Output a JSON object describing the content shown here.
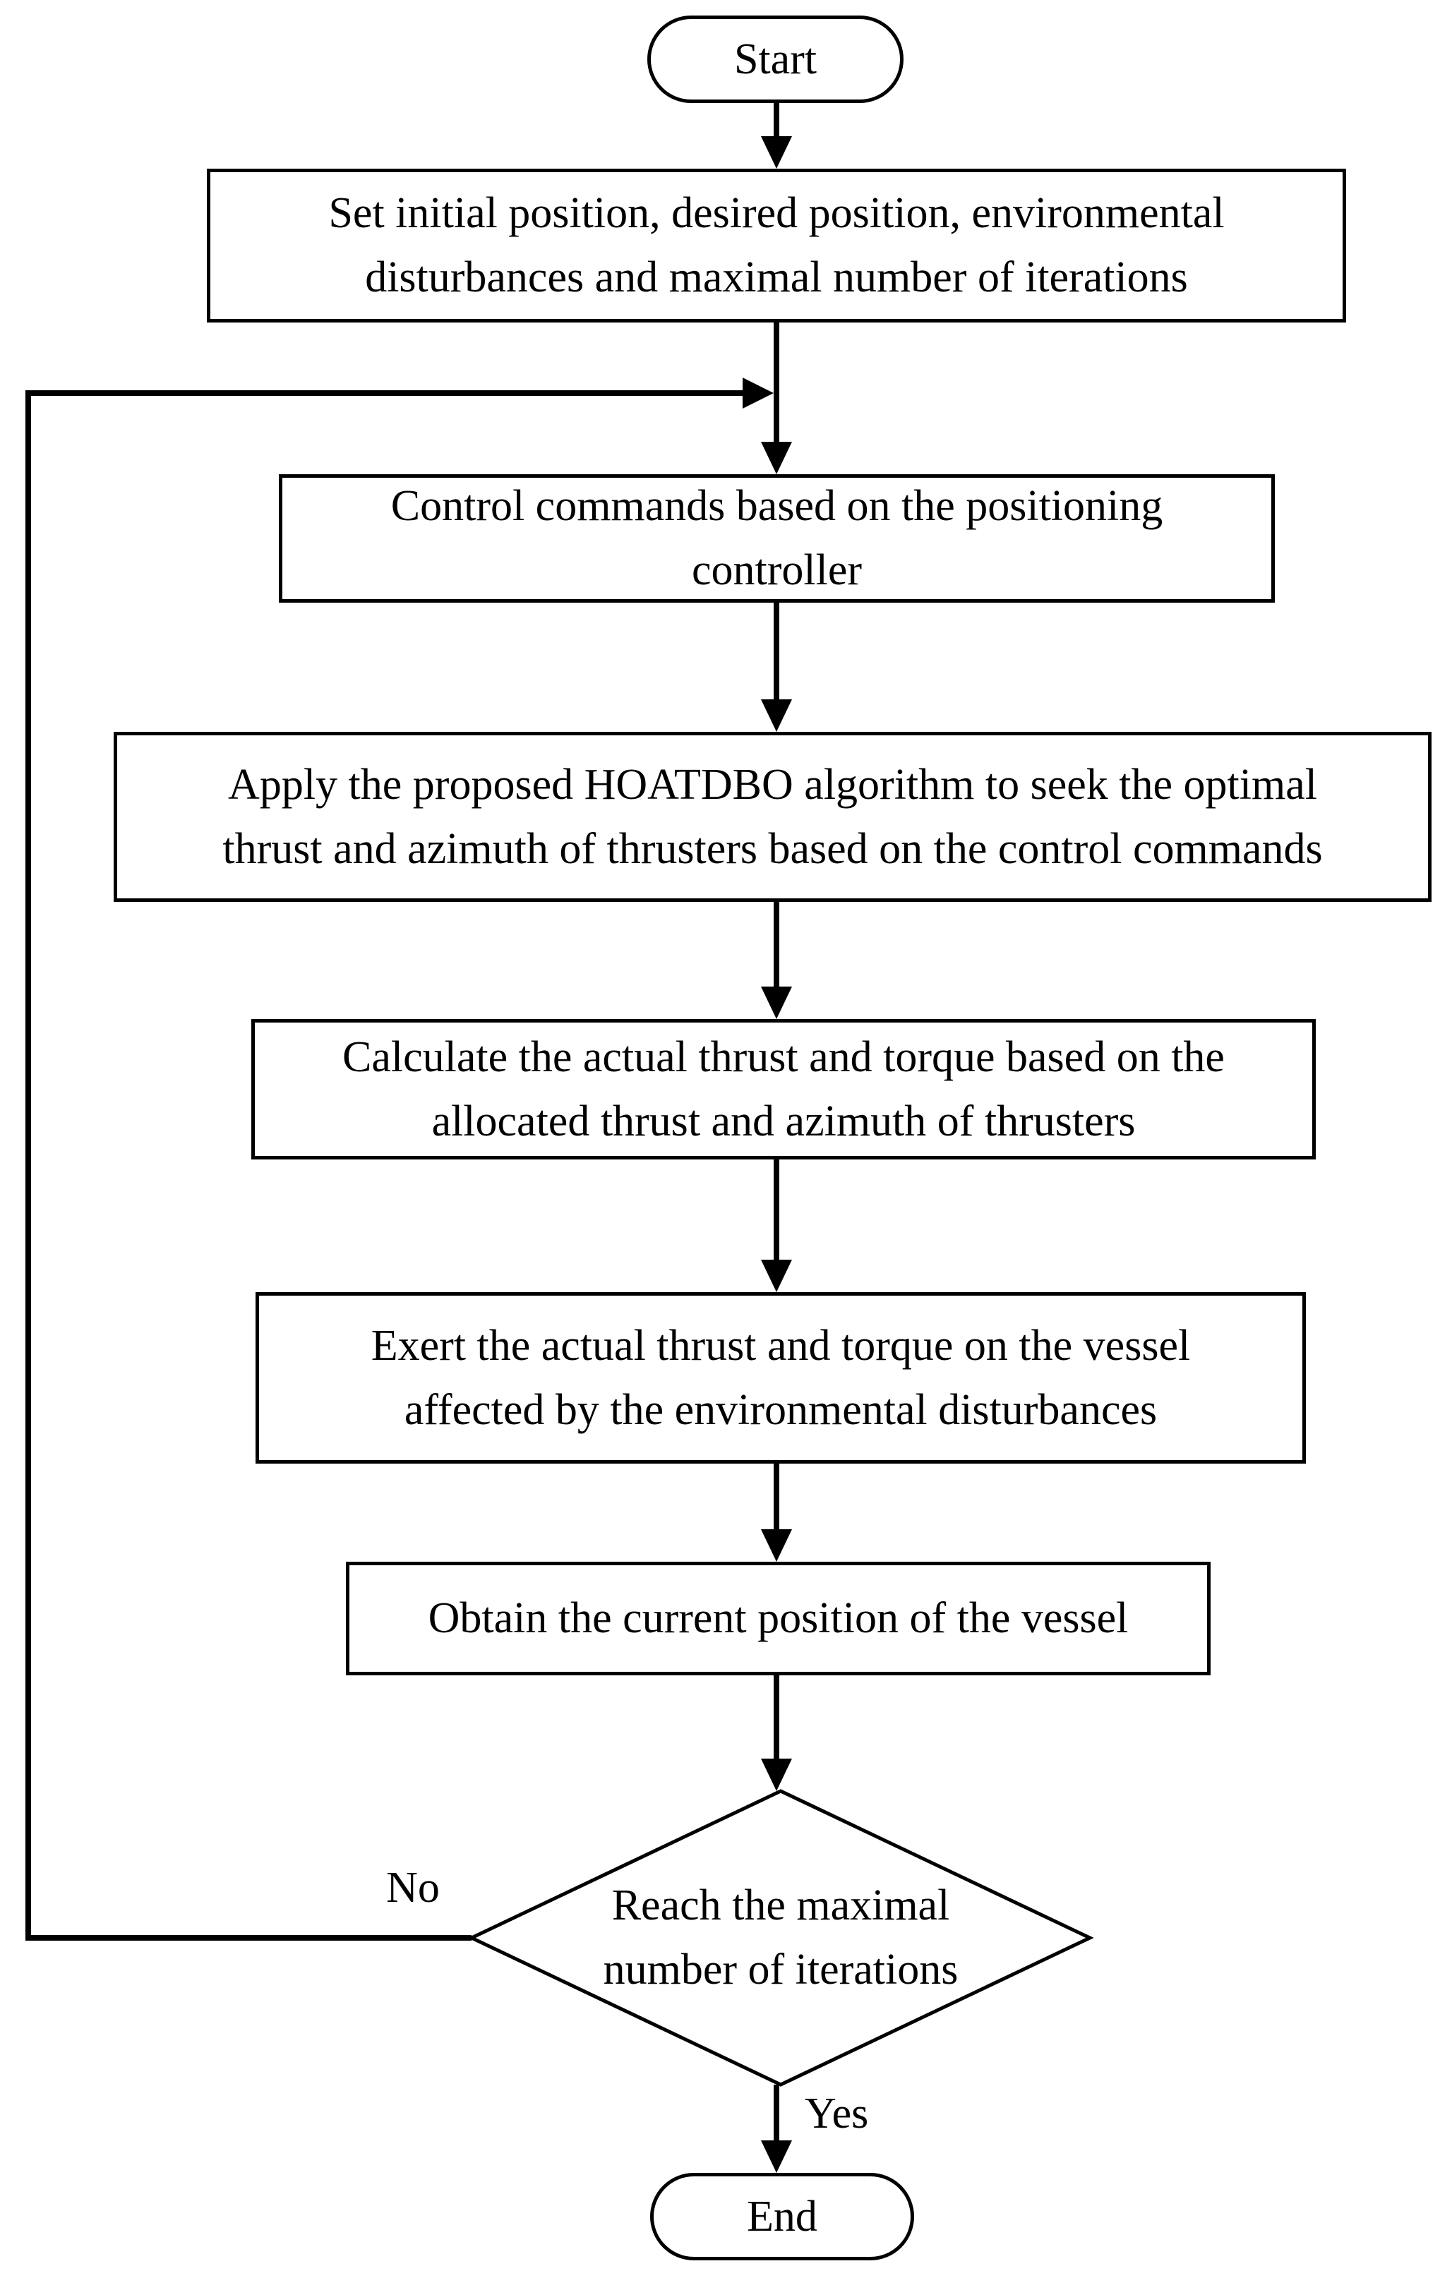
{
  "flowchart": {
    "start_label": "Start",
    "end_label": "End",
    "steps": [
      {
        "lines": [
          "Set initial position, desired position, environmental",
          "disturbances and maximal number of iterations"
        ]
      },
      {
        "lines": [
          "Control commands based on the positioning",
          "controller"
        ]
      },
      {
        "lines": [
          "Apply the proposed HOATDBO algorithm to seek the optimal",
          "thrust and azimuth of thrusters based on the control commands"
        ]
      },
      {
        "lines": [
          "Calculate the actual thrust and torque based on the",
          "allocated thrust and azimuth of thrusters"
        ]
      },
      {
        "lines": [
          "Exert the actual thrust and torque on the vessel",
          "affected by the environmental disturbances"
        ]
      },
      {
        "lines": [
          "Obtain the current position of the vessel"
        ]
      }
    ],
    "decision": {
      "lines": [
        "Reach the maximal",
        "number of iterations"
      ]
    },
    "branch_no": "No",
    "branch_yes": "Yes",
    "colors": {
      "stroke": "#000000",
      "background": "#ffffff"
    }
  }
}
